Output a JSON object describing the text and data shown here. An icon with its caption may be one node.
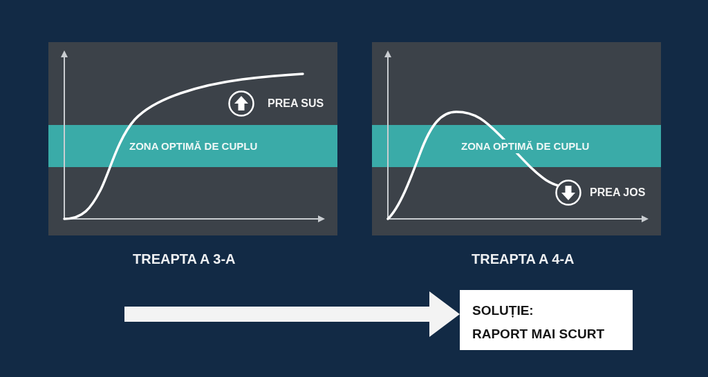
{
  "diagram": {
    "nodes": [
      {
        "text": [
          "TREAPTA A 3-A"
        ]
      },
      {
        "text": [
          "ZONA OPTIMĂ DE CUPLU"
        ],
        "in": 0
      },
      {
        "text": [
          "TREAPTA A 4-A"
        ]
      },
      {
        "text": [
          "ZONA OPTIMĂ DE CUPLU"
        ],
        "in": 2
      },
      {
        "text": [
          "SOLUȚIE:",
          "RAPORT MAI SCURT"
        ]
      }
    ],
    "edges": [
      {
        "from": null,
        "to": 4,
        "arrow": "to"
      }
    ],
    "labels": [
      "PREA SUS",
      "PREA JOS"
    ]
  }
}
